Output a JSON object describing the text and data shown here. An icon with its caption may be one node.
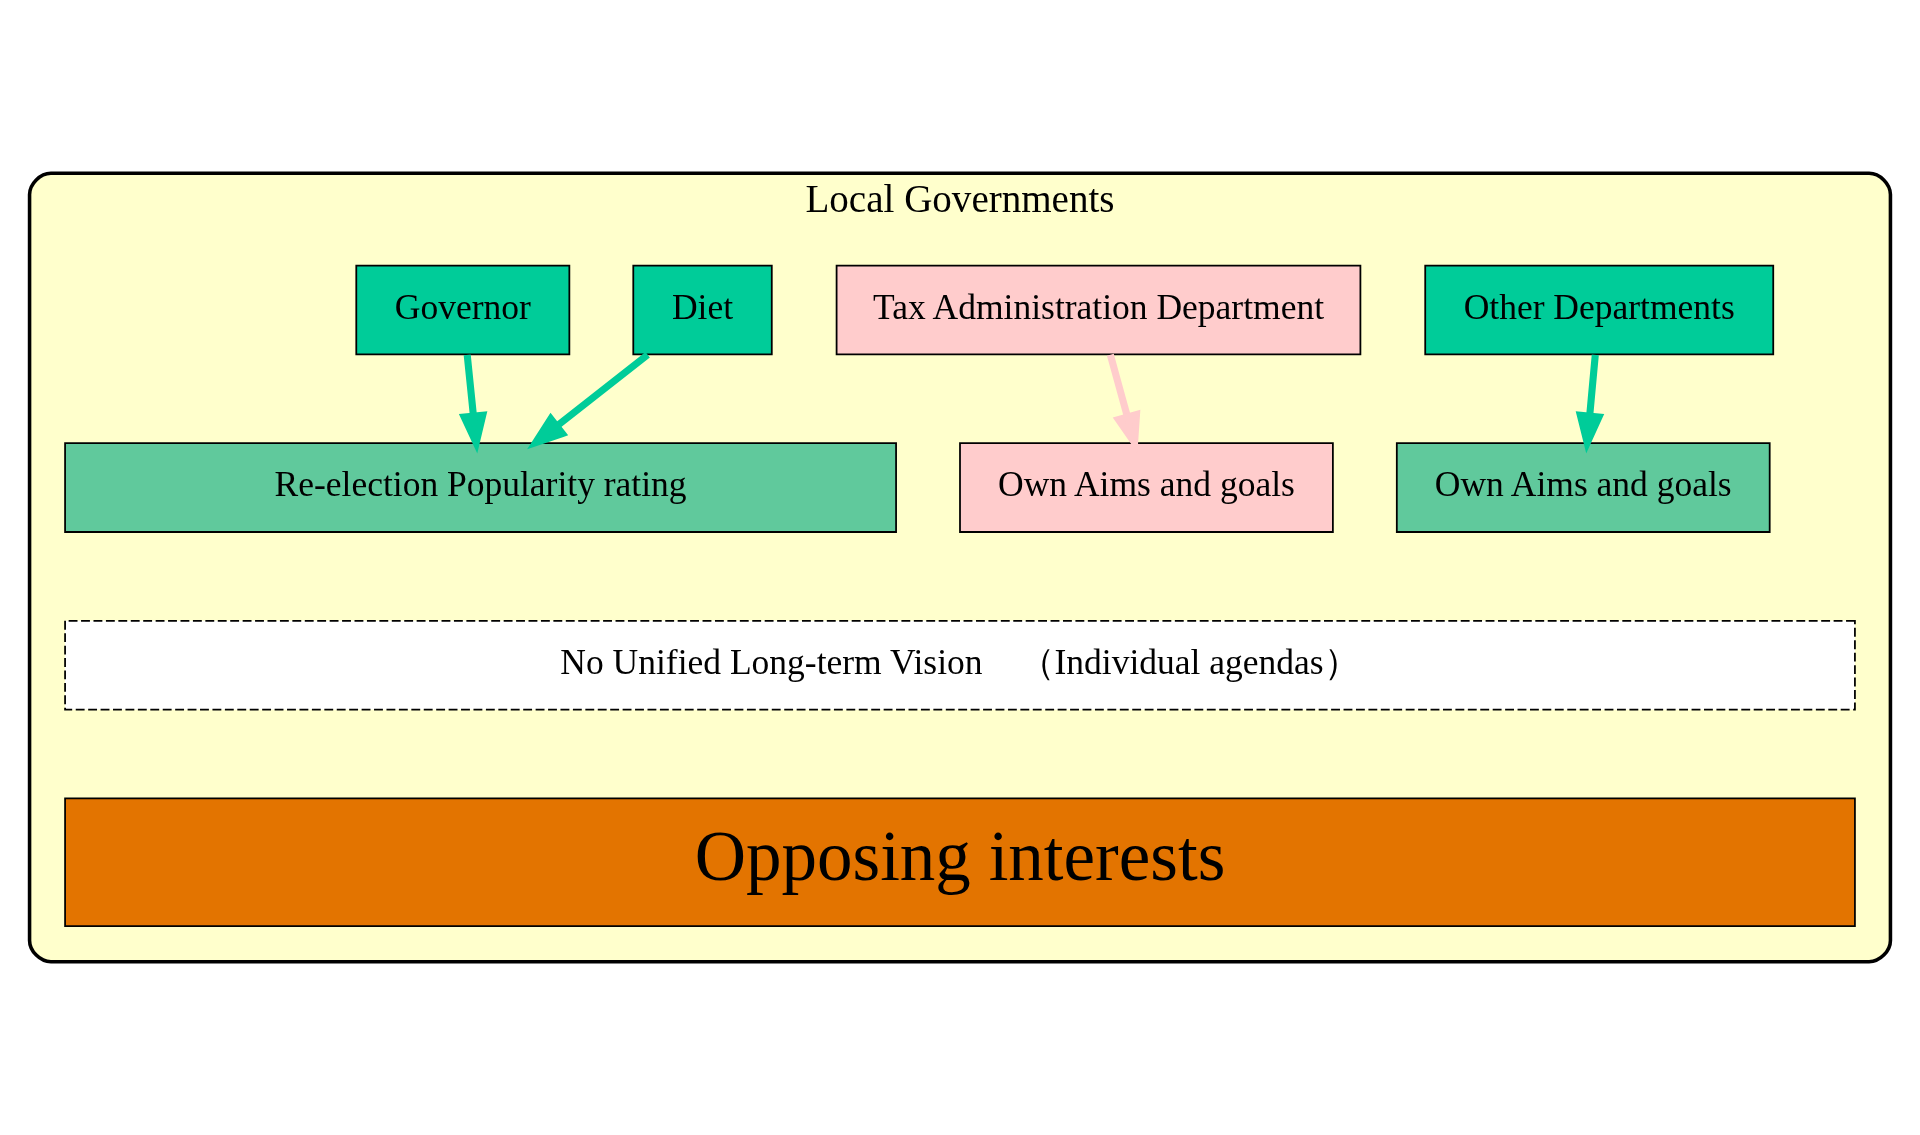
{
  "diagram": {
    "nodes": [
      {
        "text": [
          "Local Governments"
        ]
      },
      {
        "text": [
          "Governor"
        ],
        "in": 0
      },
      {
        "text": [
          "Diet"
        ],
        "in": 0
      },
      {
        "text": [
          "Tax Administration Department"
        ],
        "in": 0
      },
      {
        "text": [
          "Other Departments"
        ],
        "in": 0
      },
      {
        "text": [
          "Re-election Popularity rating"
        ],
        "in": 0
      },
      {
        "text": [
          "Own Aims and goals"
        ],
        "in": 0
      },
      {
        "text": [
          "Own Aims and goals"
        ],
        "in": 0
      },
      {
        "text": [
          "No Unified Long-term Vision　（Individual agendas）"
        ],
        "in": 0
      },
      {
        "text": [
          "Opposing interests"
        ],
        "in": 0
      }
    ],
    "edges": [
      {
        "from": 1,
        "to": 5,
        "arrow": "to"
      },
      {
        "from": 2,
        "to": 5,
        "arrow": "to"
      },
      {
        "from": 3,
        "to": 6,
        "arrow": "to",
        "color": "#ffcccc"
      },
      {
        "from": 4,
        "to": 7,
        "arrow": "to"
      }
    ]
  }
}
